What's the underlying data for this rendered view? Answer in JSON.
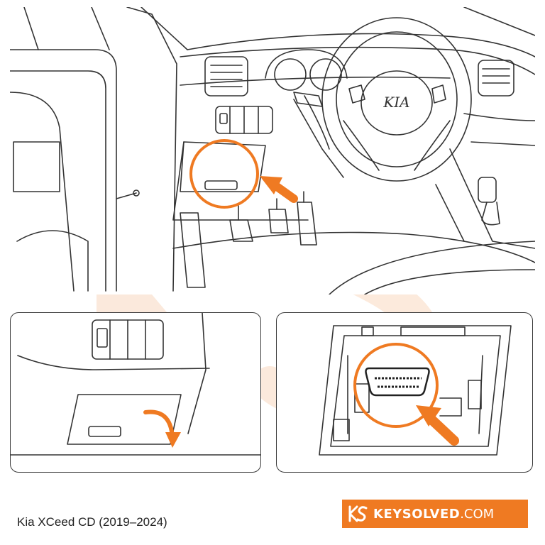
{
  "caption": "Kia XCeed CD (2019–2024)",
  "brand": {
    "name": "KEYSOLVED",
    "domain": ".COM",
    "color": "#ef7a22"
  },
  "steering_logo": "KIA",
  "accent_color": "#ef7a22",
  "icons": [
    "arrow-icon",
    "highlight-circle-icon",
    "curved-arrow-icon",
    "obd-port-icon",
    "keysolved-logo-icon"
  ]
}
